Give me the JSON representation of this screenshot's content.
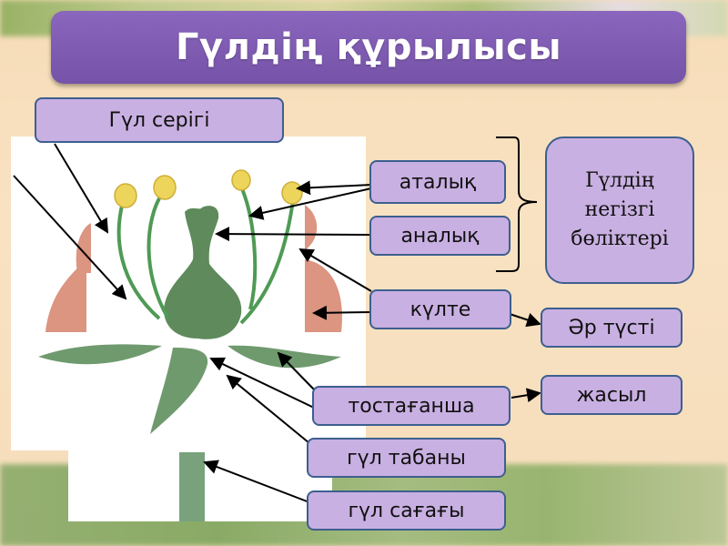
{
  "title": "Гүлдің құрылысы",
  "labels": {
    "gul_serigi": "Гүл серігі",
    "atalyq": "аталық",
    "analyq": "аналық",
    "kulte": "күлте",
    "tostagansha": "тостағанша",
    "gul_tabany": "гүл табаны",
    "gul_sagagy": "гүл сағағы",
    "main_parts": [
      "Гүлдің",
      "негізгі",
      "бөліктері"
    ],
    "ar_tusti": "Әр түсті",
    "zhasyl": "жасыл"
  },
  "colors": {
    "banner": "#7b5aaf",
    "label_fill": "#c9b0e2",
    "label_border": "#3d5f8f",
    "background": "#f7dcb8"
  }
}
